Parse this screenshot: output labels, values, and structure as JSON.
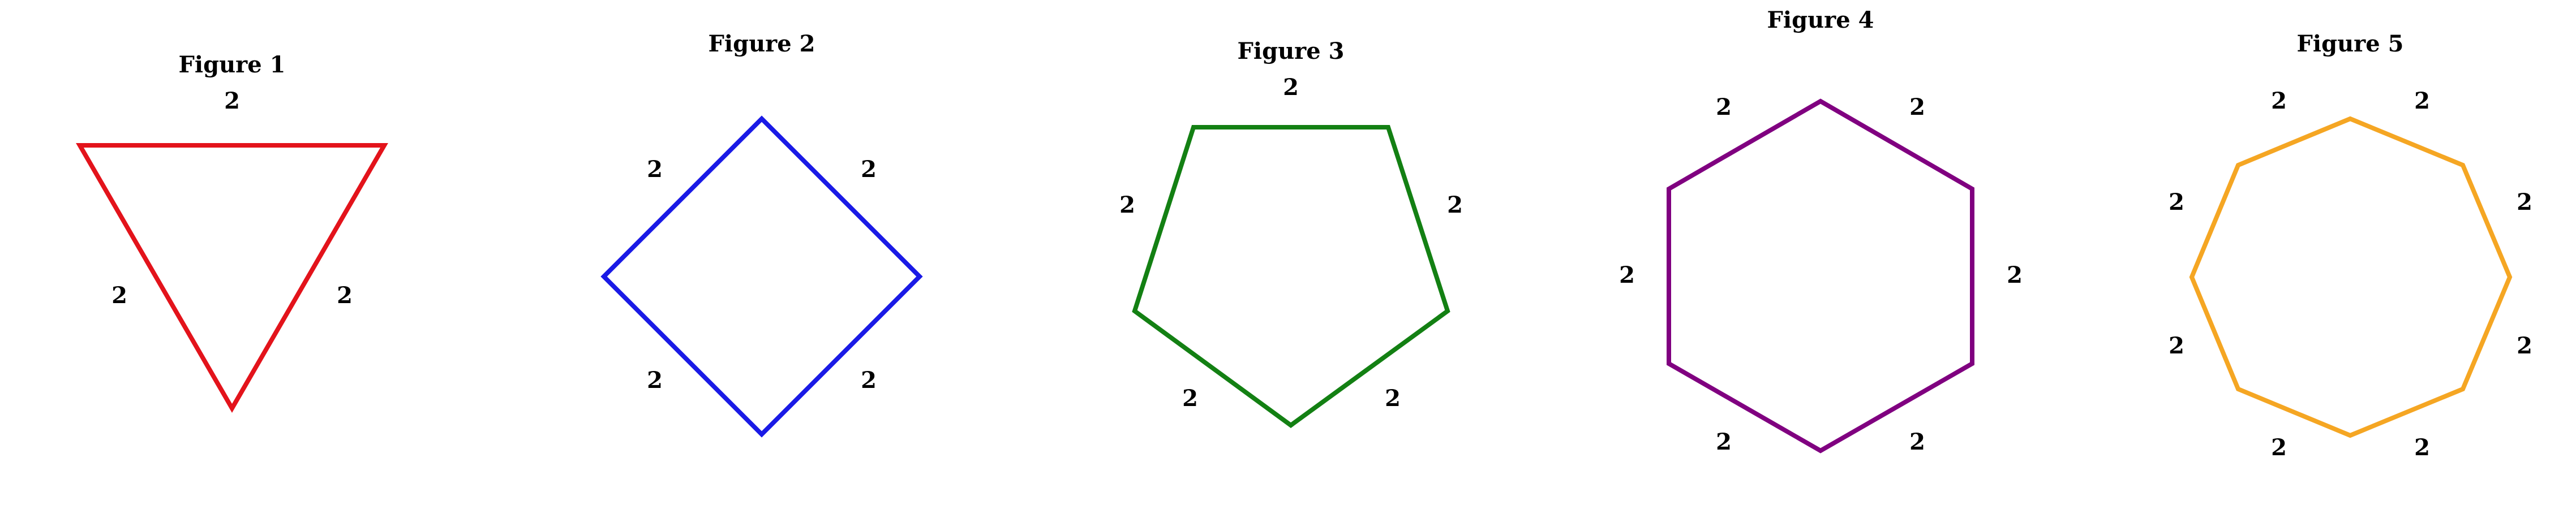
{
  "figures": [
    {
      "title": "Figure 1",
      "color": "#e3131b",
      "shape": "triangle",
      "side_labels": [
        "2",
        "2",
        "2"
      ]
    },
    {
      "title": "Figure 2",
      "color": "#1a1ae6",
      "shape": "square",
      "side_labels": [
        "2",
        "2",
        "2",
        "2"
      ]
    },
    {
      "title": "Figure 3",
      "color": "#138013",
      "shape": "pentagon",
      "side_labels": [
        "2",
        "2",
        "2",
        "2",
        "2"
      ]
    },
    {
      "title": "Figure 4",
      "color": "#800080",
      "shape": "hexagon",
      "side_labels": [
        "2",
        "2",
        "2",
        "2",
        "2",
        "2"
      ]
    },
    {
      "title": "Figure 5",
      "color": "#f5a623",
      "shape": "octagon",
      "side_labels": [
        "2",
        "2",
        "2",
        "2",
        "2",
        "2",
        "2",
        "2"
      ]
    }
  ]
}
